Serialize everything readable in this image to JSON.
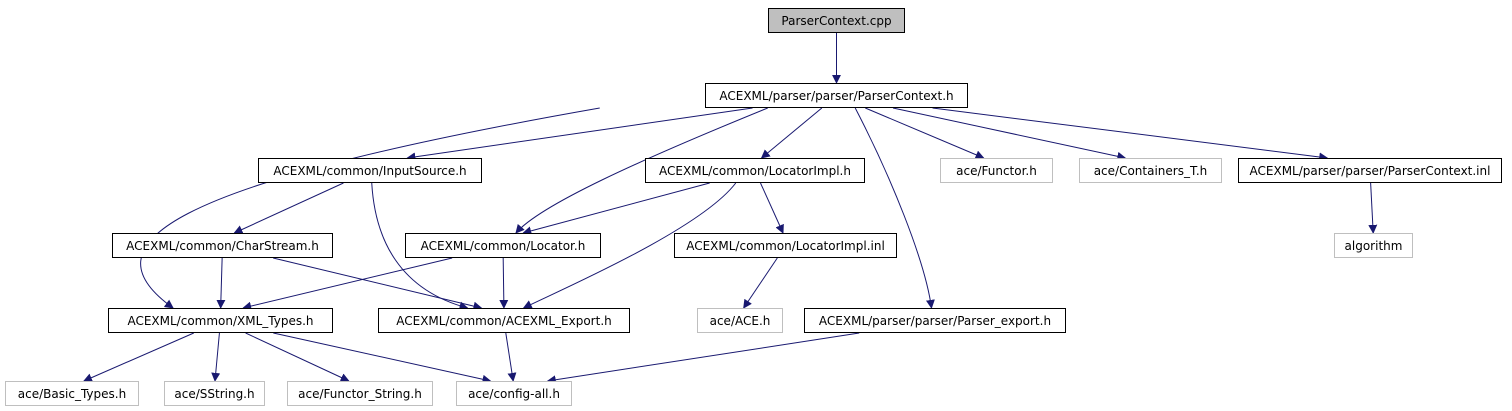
{
  "diagram": {
    "colors": {
      "edge": "#191970",
      "node_border": "#000000",
      "external_border": "#bfbfbf",
      "root_fill": "#bfbfbf"
    },
    "nodes": {
      "root": {
        "label": "ParserContext.cpp"
      },
      "parser_context_h": {
        "label": "ACEXML/parser/parser/ParserContext.h"
      },
      "input_source_h": {
        "label": "ACEXML/common/InputSource.h"
      },
      "locator_impl_h": {
        "label": "ACEXML/common/LocatorImpl.h"
      },
      "functor_h": {
        "label": "ace/Functor.h"
      },
      "containers_t_h": {
        "label": "ace/Containers_T.h"
      },
      "parser_context_inl": {
        "label": "ACEXML/parser/parser/ParserContext.inl"
      },
      "char_stream_h": {
        "label": "ACEXML/common/CharStream.h"
      },
      "locator_h": {
        "label": "ACEXML/common/Locator.h"
      },
      "locator_impl_inl": {
        "label": "ACEXML/common/LocatorImpl.inl"
      },
      "algorithm": {
        "label": "algorithm"
      },
      "xml_types_h": {
        "label": "ACEXML/common/XML_Types.h"
      },
      "acexml_export_h": {
        "label": "ACEXML/common/ACEXML_Export.h"
      },
      "ace_h": {
        "label": "ace/ACE.h"
      },
      "parser_export_h": {
        "label": "ACEXML/parser/parser/Parser_export.h"
      },
      "basic_types_h": {
        "label": "ace/Basic_Types.h"
      },
      "sstring_h": {
        "label": "ace/SString.h"
      },
      "functor_string_h": {
        "label": "ace/Functor_String.h"
      },
      "config_all_h": {
        "label": "ace/config-all.h"
      }
    },
    "edges": [
      [
        "root",
        "parser_context_h"
      ],
      [
        "parser_context_h",
        "input_source_h"
      ],
      [
        "parser_context_h",
        "locator_impl_h"
      ],
      [
        "parser_context_h",
        "functor_h"
      ],
      [
        "parser_context_h",
        "containers_t_h"
      ],
      [
        "parser_context_h",
        "parser_context_inl"
      ],
      [
        "parser_context_h",
        "xml_types_h"
      ],
      [
        "parser_context_h",
        "locator_h"
      ],
      [
        "parser_context_h",
        "parser_export_h"
      ],
      [
        "input_source_h",
        "char_stream_h"
      ],
      [
        "input_source_h",
        "acexml_export_h"
      ],
      [
        "locator_impl_h",
        "locator_h"
      ],
      [
        "locator_impl_h",
        "locator_impl_inl"
      ],
      [
        "locator_impl_h",
        "acexml_export_h"
      ],
      [
        "parser_context_inl",
        "algorithm"
      ],
      [
        "char_stream_h",
        "xml_types_h"
      ],
      [
        "char_stream_h",
        "acexml_export_h"
      ],
      [
        "locator_h",
        "xml_types_h"
      ],
      [
        "locator_h",
        "acexml_export_h"
      ],
      [
        "locator_impl_inl",
        "ace_h"
      ],
      [
        "xml_types_h",
        "basic_types_h"
      ],
      [
        "xml_types_h",
        "sstring_h"
      ],
      [
        "xml_types_h",
        "functor_string_h"
      ],
      [
        "xml_types_h",
        "config_all_h"
      ],
      [
        "acexml_export_h",
        "config_all_h"
      ],
      [
        "parser_export_h",
        "config_all_h"
      ]
    ]
  }
}
